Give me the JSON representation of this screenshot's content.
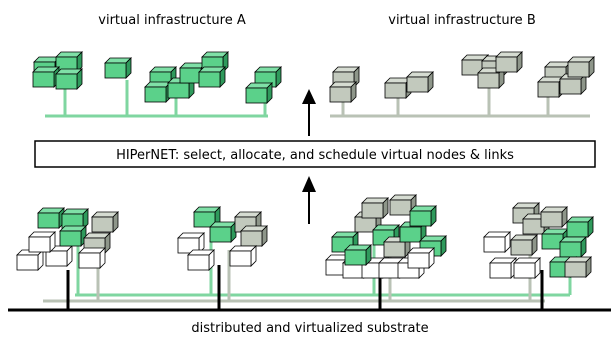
{
  "labels": {
    "infra_a": "virtual infrastructure A",
    "infra_b": "virtual infrastructure B",
    "hipernet": "HIPerNET: select, allocate, and schedule virtual nodes & links",
    "substrate": "distributed and virtualized substrate"
  },
  "colors": {
    "green_face": "#5bd18a",
    "green_top": "#7fe0a7",
    "green_side": "#2f9a5c",
    "gray_face": "#c2c9bd",
    "gray_top": "#d6dcd2",
    "gray_side": "#8e968a",
    "green_link": "#7fd6a0",
    "gray_link": "#b9c2b5",
    "black": "#000000"
  }
}
